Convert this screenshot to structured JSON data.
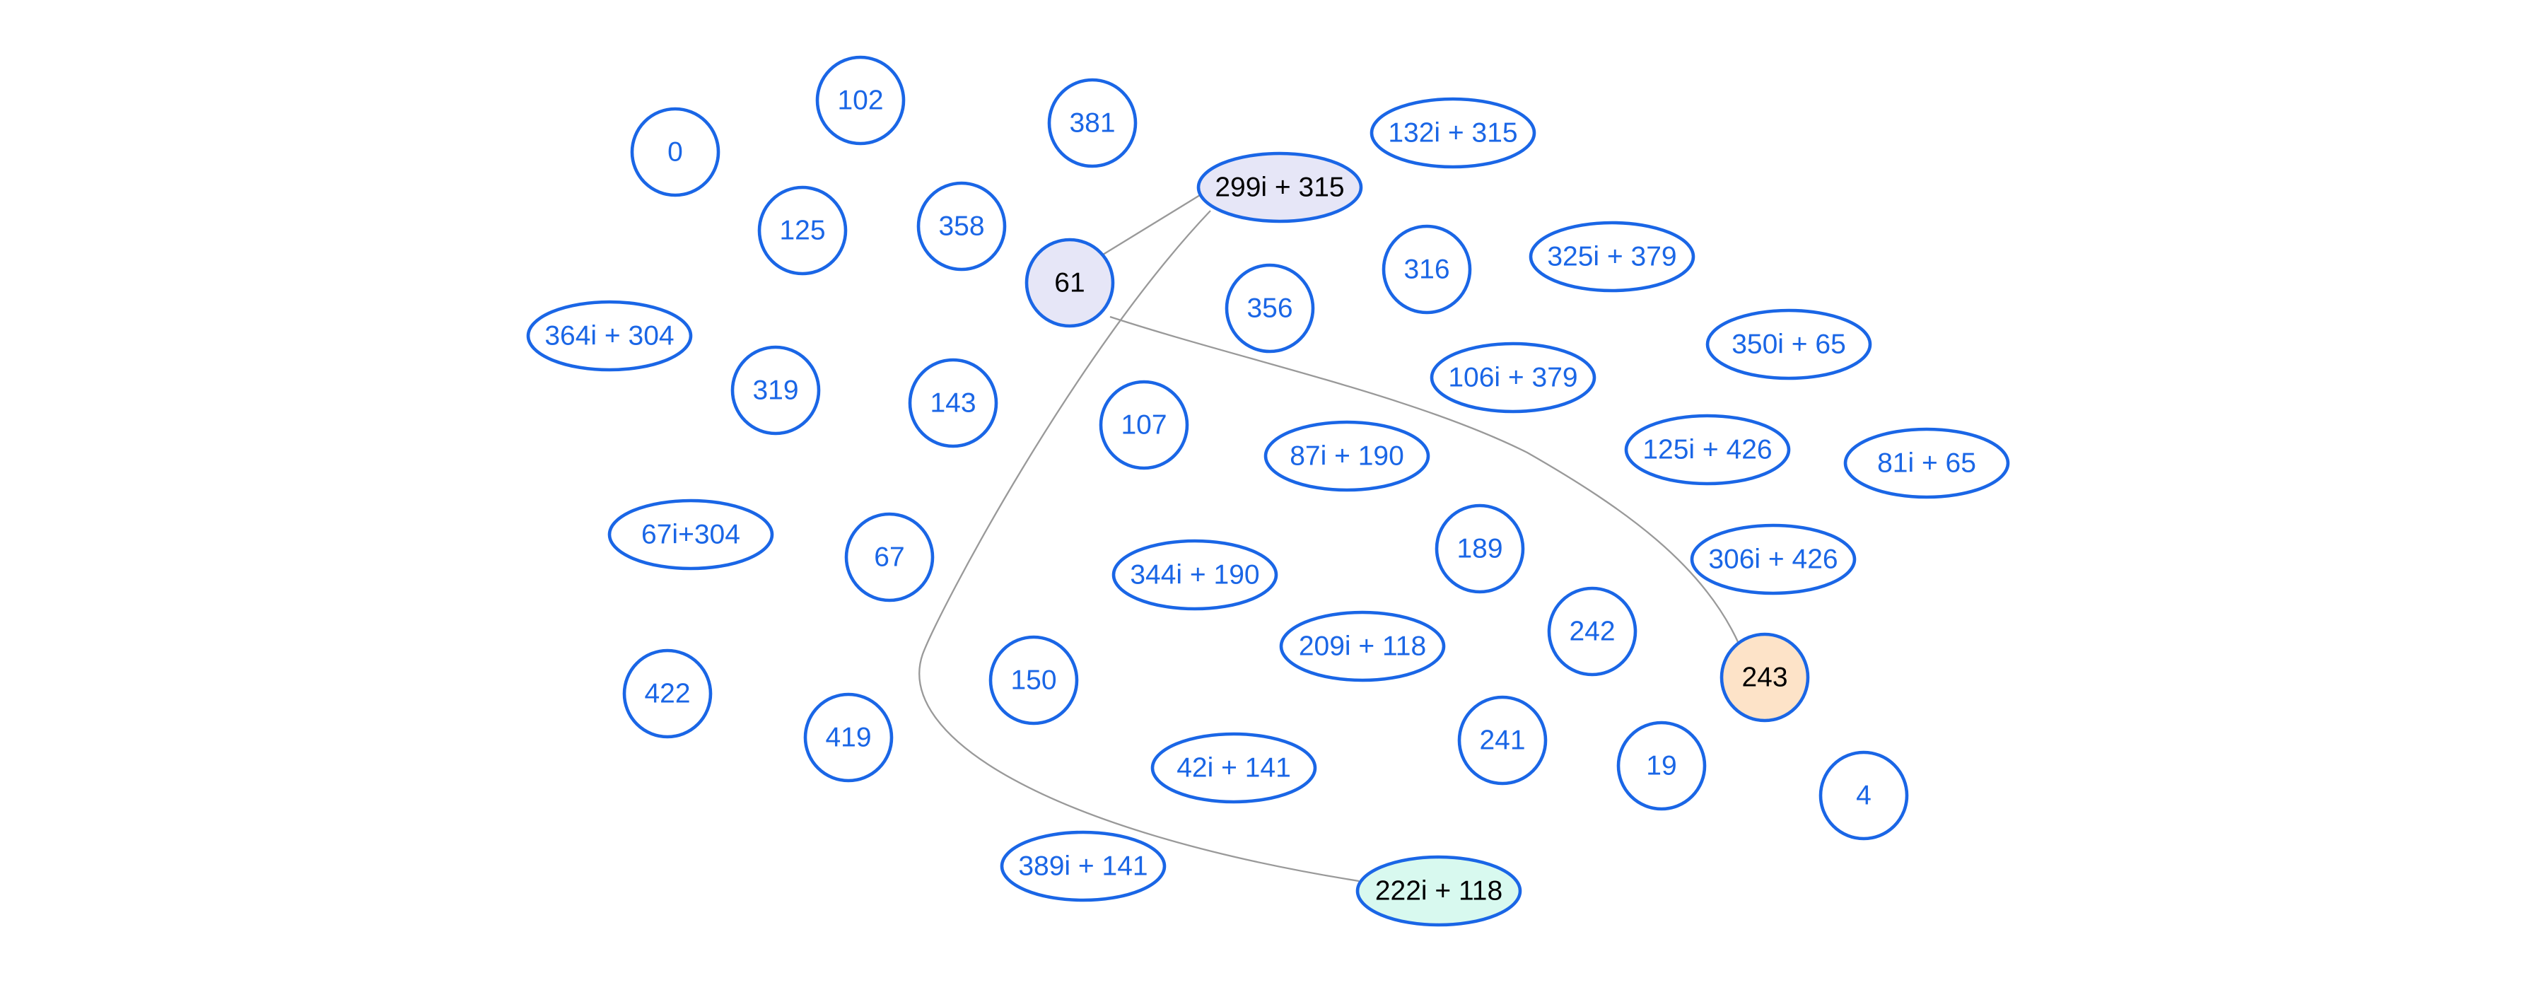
{
  "graph": {
    "colors": {
      "node_stroke": "#1a66e6",
      "label_default": "#1a66e6",
      "label_highlight": "#000000",
      "fill_default": "#ffffff",
      "fill_lavender": "#e6e6f7",
      "fill_peach": "#fde3c8",
      "fill_mint": "#d8f9ef",
      "edge": "#999999"
    },
    "nodes": [
      {
        "id": "n0",
        "label": "0",
        "shape": "circle",
        "fill": "fill_default"
      },
      {
        "id": "n102",
        "label": "102",
        "shape": "circle",
        "fill": "fill_default"
      },
      {
        "id": "n381",
        "label": "381",
        "shape": "circle",
        "fill": "fill_default"
      },
      {
        "id": "n132i315",
        "label": "132i + 315",
        "shape": "ellipse",
        "fill": "fill_default"
      },
      {
        "id": "n299i315",
        "label": "299i + 315",
        "shape": "ellipse",
        "fill": "fill_lavender",
        "highlight": true
      },
      {
        "id": "n125",
        "label": "125",
        "shape": "circle",
        "fill": "fill_default"
      },
      {
        "id": "n358",
        "label": "358",
        "shape": "circle",
        "fill": "fill_default"
      },
      {
        "id": "n61",
        "label": "61",
        "shape": "circle",
        "fill": "fill_lavender",
        "highlight": true
      },
      {
        "id": "n316",
        "label": "316",
        "shape": "circle",
        "fill": "fill_default"
      },
      {
        "id": "n325i379",
        "label": "325i + 379",
        "shape": "ellipse",
        "fill": "fill_default"
      },
      {
        "id": "n356",
        "label": "356",
        "shape": "circle",
        "fill": "fill_default"
      },
      {
        "id": "n364i304",
        "label": "364i + 304",
        "shape": "ellipse",
        "fill": "fill_default"
      },
      {
        "id": "n350i65",
        "label": "350i + 65",
        "shape": "ellipse",
        "fill": "fill_default"
      },
      {
        "id": "n106i379",
        "label": "106i + 379",
        "shape": "ellipse",
        "fill": "fill_default"
      },
      {
        "id": "n319",
        "label": "319",
        "shape": "circle",
        "fill": "fill_default"
      },
      {
        "id": "n143",
        "label": "143",
        "shape": "circle",
        "fill": "fill_default"
      },
      {
        "id": "n107",
        "label": "107",
        "shape": "circle",
        "fill": "fill_default"
      },
      {
        "id": "n125i426",
        "label": "125i + 426",
        "shape": "ellipse",
        "fill": "fill_default"
      },
      {
        "id": "n87i190",
        "label": "87i + 190",
        "shape": "ellipse",
        "fill": "fill_default"
      },
      {
        "id": "n81i65",
        "label": "81i + 65",
        "shape": "ellipse",
        "fill": "fill_default"
      },
      {
        "id": "n67i304",
        "label": "67i+304",
        "shape": "ellipse",
        "fill": "fill_default"
      },
      {
        "id": "n67",
        "label": "67",
        "shape": "circle",
        "fill": "fill_default"
      },
      {
        "id": "n189",
        "label": "189",
        "shape": "circle",
        "fill": "fill_default"
      },
      {
        "id": "n306i426",
        "label": "306i + 426",
        "shape": "ellipse",
        "fill": "fill_default"
      },
      {
        "id": "n344i190",
        "label": "344i + 190",
        "shape": "ellipse",
        "fill": "fill_default"
      },
      {
        "id": "n242",
        "label": "242",
        "shape": "circle",
        "fill": "fill_default"
      },
      {
        "id": "n209i118",
        "label": "209i + 118",
        "shape": "ellipse",
        "fill": "fill_default"
      },
      {
        "id": "n243",
        "label": "243",
        "shape": "circle",
        "fill": "fill_peach",
        "highlight": true
      },
      {
        "id": "n422",
        "label": "422",
        "shape": "circle",
        "fill": "fill_default"
      },
      {
        "id": "n150",
        "label": "150",
        "shape": "circle",
        "fill": "fill_default"
      },
      {
        "id": "n419",
        "label": "419",
        "shape": "circle",
        "fill": "fill_default"
      },
      {
        "id": "n241",
        "label": "241",
        "shape": "circle",
        "fill": "fill_default"
      },
      {
        "id": "n42i141",
        "label": "42i + 141",
        "shape": "ellipse",
        "fill": "fill_default"
      },
      {
        "id": "n19",
        "label": "19",
        "shape": "circle",
        "fill": "fill_default"
      },
      {
        "id": "n4",
        "label": "4",
        "shape": "circle",
        "fill": "fill_default"
      },
      {
        "id": "n389i141",
        "label": "389i + 141",
        "shape": "ellipse",
        "fill": "fill_default"
      },
      {
        "id": "n222i118",
        "label": "222i + 118",
        "shape": "ellipse",
        "fill": "fill_mint",
        "highlight": true
      }
    ],
    "edges": [
      {
        "id": "e-61-299i315",
        "from": "n61",
        "to": "n299i315"
      },
      {
        "id": "e-299i315-222i118",
        "from": "n299i315",
        "to": "n222i118"
      },
      {
        "id": "e-61-243",
        "from": "n61",
        "to": "n243"
      }
    ]
  }
}
